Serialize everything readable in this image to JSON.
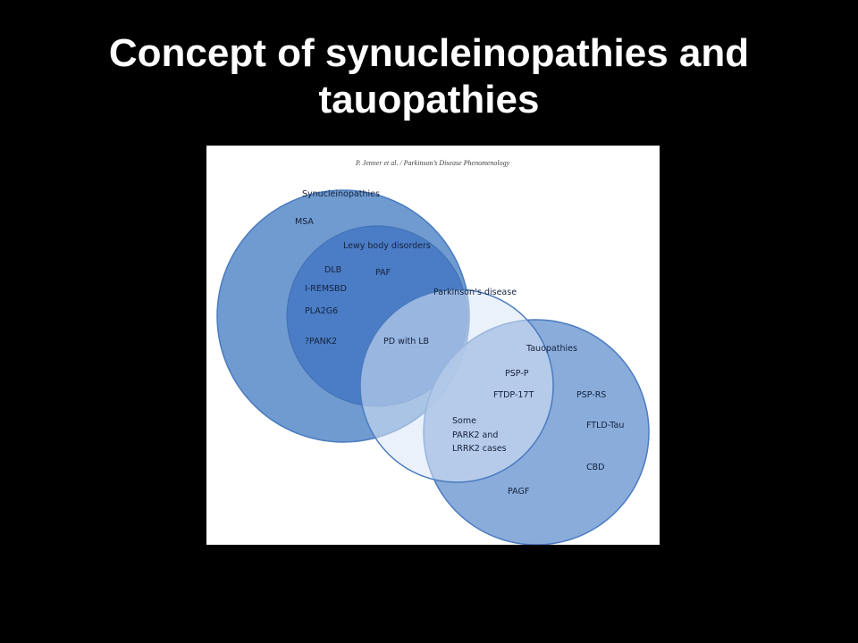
{
  "slide": {
    "title_line1": "Concept of synucleinopathies and",
    "title_line2": "tauopathies"
  },
  "figure": {
    "citation": "P. Jenner et al. / Parkinson’s Disease Phenomenology",
    "colors": {
      "synucleinopathies": "#6f9bd1",
      "lewy_body": "#4b7dc6",
      "parkinsons": "#dbe6f6",
      "tauopathies": "#7fa5d8",
      "outline": "#4a7bbf"
    },
    "sets": {
      "synucleinopathies": {
        "label": "Synucleinopathies",
        "items": [
          "MSA"
        ]
      },
      "lewy_body": {
        "label": "Lewy body disorders",
        "items": [
          "DLB",
          "PAF",
          "I-REMSBD",
          "PLA2G6",
          "?PANK2"
        ]
      },
      "parkinsons": {
        "label": "Parkinson’s disease",
        "items": [
          "PD with LB"
        ]
      },
      "tauopathies": {
        "label": "Tauopathies",
        "items": [
          "PSP-P",
          "FTDP-17T",
          "PSP-RS",
          "FTLD-Tau",
          "CBD",
          "PAGF"
        ]
      },
      "overlap_pd_tau": {
        "lines": [
          "Some",
          "PARK2 and",
          "LRRK2 cases"
        ]
      }
    }
  }
}
